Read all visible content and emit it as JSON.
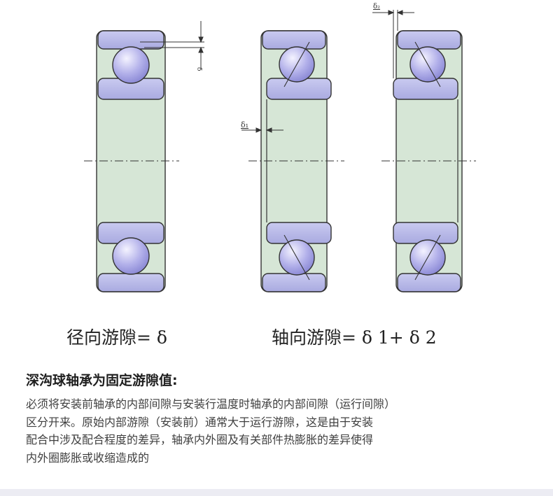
{
  "figure": {
    "labels": {
      "radial_delta": "δ",
      "axial_delta1": "δ₁",
      "axial_delta2": "δ₂"
    },
    "colors": {
      "ring": "#b7b8e6",
      "body": "#d6e6d6",
      "ball": "#aaa8e6",
      "stroke": "#333333"
    }
  },
  "captions": {
    "radial": "径向游隙= δ",
    "axial": "轴向游隙= δ 1+ δ 2"
  },
  "text": {
    "heading": "深沟球轴承为固定游隙值:",
    "lines": [
      "必须将安装前轴承的内部间隙与安装行温度时轴承的内部间隙（运行间隙）",
      "区分开来。原始内部游隙（安装前）通常大于运行游隙，这是由于安装",
      "配合中涉及配合程度的差异，轴承内外圈及有关部件热膨胀的差异使得",
      "内外圈膨胀或收缩造成的"
    ]
  }
}
